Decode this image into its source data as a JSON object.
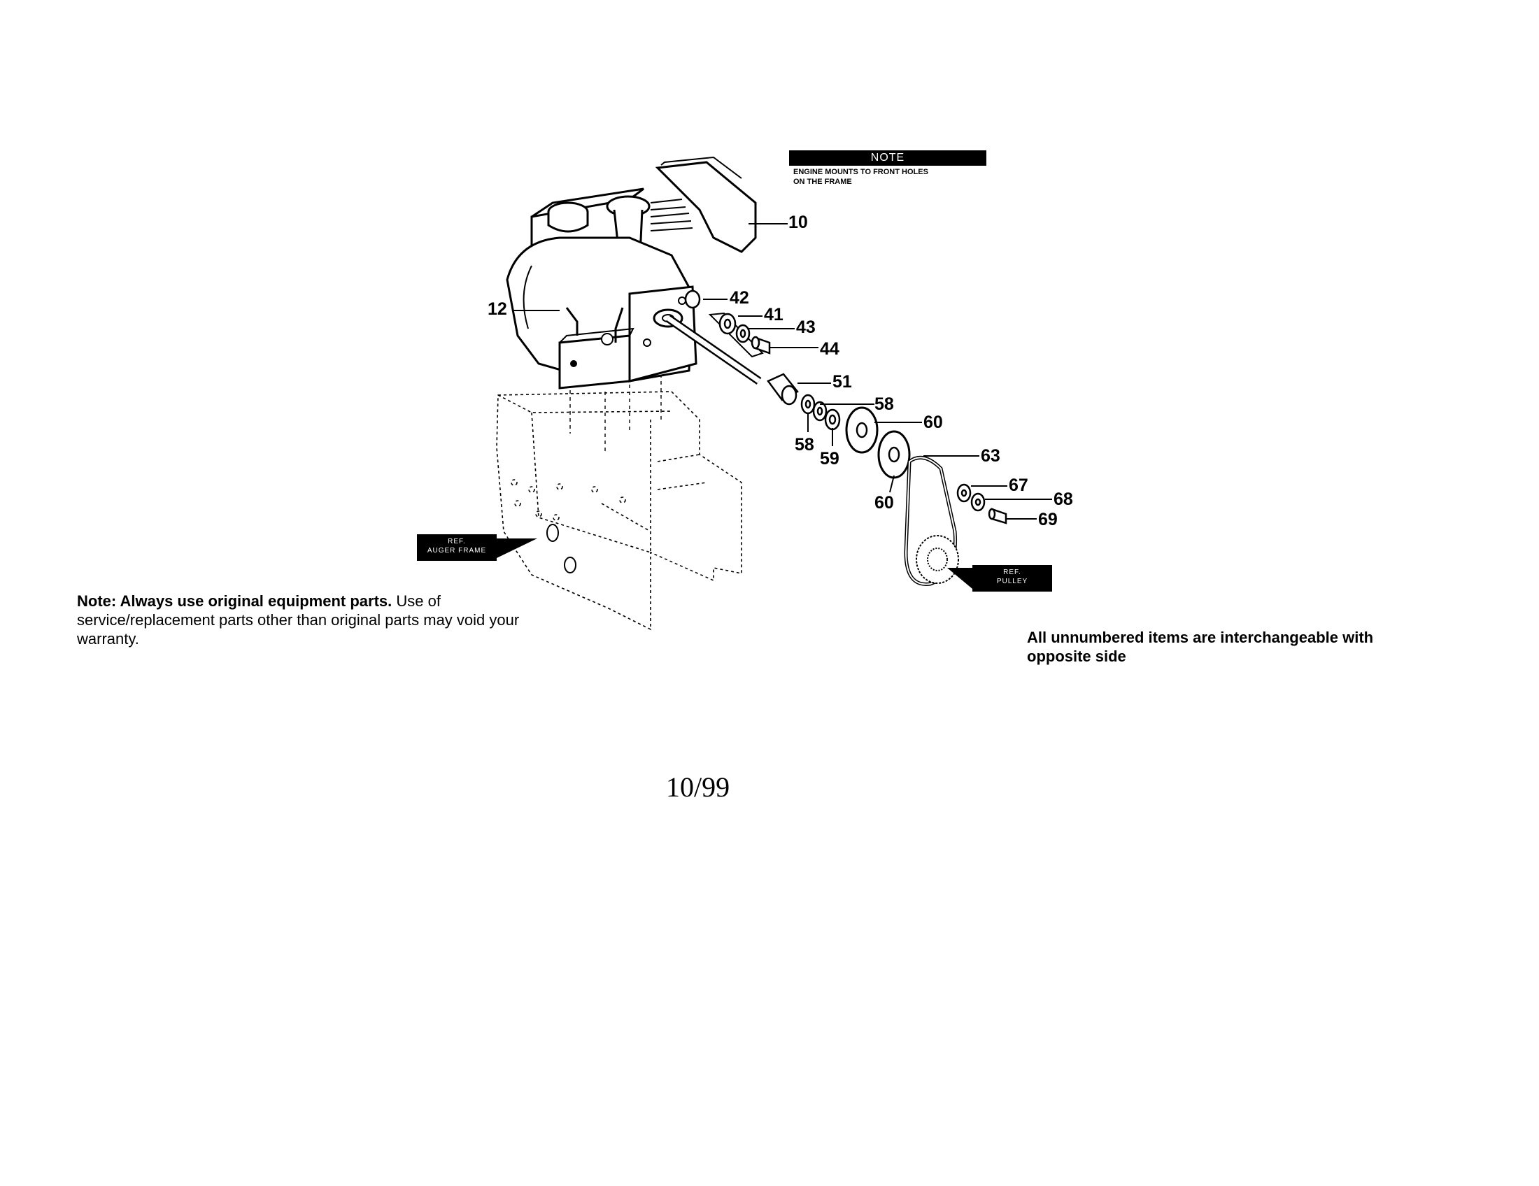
{
  "note_box": {
    "title": "NOTE",
    "line1": "ENGINE MOUNTS TO FRONT HOLES",
    "line2": "ON THE FRAME"
  },
  "callouts": {
    "p10": "10",
    "p12": "12",
    "p41": "41",
    "p42": "42",
    "p43": "43",
    "p44": "44",
    "p51": "51",
    "p58a": "58",
    "p58b": "58",
    "p59": "59",
    "p60a": "60",
    "p60b": "60",
    "p63": "63",
    "p67": "67",
    "p68": "68",
    "p69": "69"
  },
  "ref_tags": {
    "auger_line1": "REF.",
    "auger_line2": "AUGER FRAME",
    "pulley_line1": "REF.",
    "pulley_line2": "PULLEY"
  },
  "notes": {
    "left_bold": "Note: Always use original equipment parts.",
    "left_rest": " Use of service/replacement parts other than original parts may void your warranty.",
    "right": "All unnumbered items are interchangeable with opposite side"
  },
  "page_date": "10/99"
}
